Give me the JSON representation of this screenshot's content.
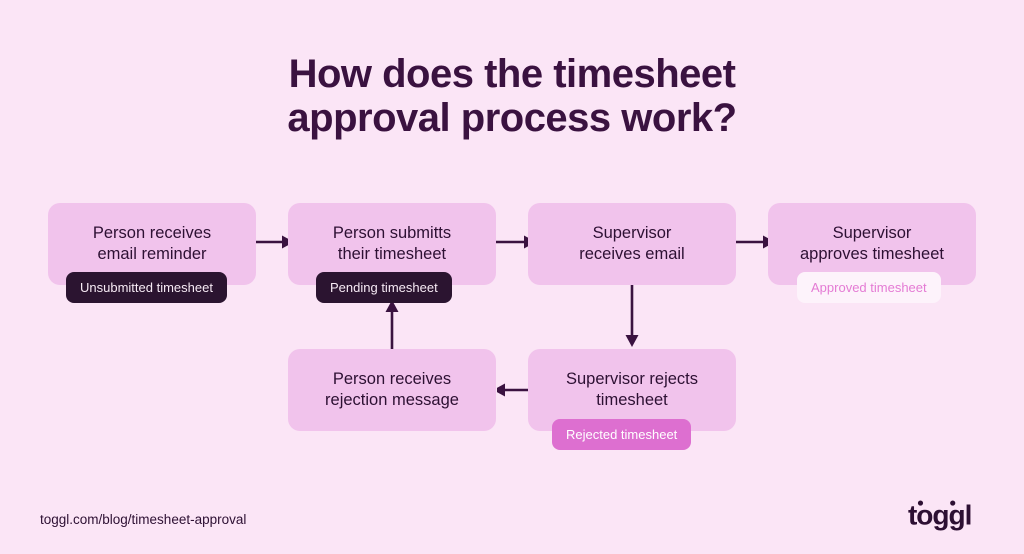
{
  "title": {
    "line1": "How does the timesheet",
    "line2": "approval process work?"
  },
  "colors": {
    "background": "#fbe5f6",
    "node_fill": "#f1c3ec",
    "text_dark": "#2d1033",
    "title": "#3a1240",
    "badge_dark_bg": "#2b1430",
    "badge_dark_text": "#f6eaf4",
    "badge_light_bg": "#fdf3fb",
    "badge_light_text": "#e47bd4",
    "badge_pink_bg": "#dd6fd0",
    "badge_pink_text": "#ffffff",
    "arrow": "#3a1240"
  },
  "flowchart": {
    "type": "process-flow",
    "nodes": [
      {
        "id": "node-1",
        "line1": "Person receives",
        "line2": "email reminder",
        "badge": "Unsubmitted timesheet",
        "badge_style": "dark"
      },
      {
        "id": "node-2",
        "line1": "Person submitts",
        "line2": "their timesheet",
        "badge": "Pending timesheet",
        "badge_style": "dark"
      },
      {
        "id": "node-3",
        "line1": "Supervisor",
        "line2": "receives email",
        "badge": null,
        "badge_style": null
      },
      {
        "id": "node-4",
        "line1": "Supervisor",
        "line2": "approves timesheet",
        "badge": "Approved timesheet",
        "badge_style": "light"
      },
      {
        "id": "node-5",
        "line1": "Supervisor rejects",
        "line2": "timesheet",
        "badge": "Rejected timesheet",
        "badge_style": "pink"
      },
      {
        "id": "node-6",
        "line1": "Person receives",
        "line2": "rejection message",
        "badge": null,
        "badge_style": null
      }
    ],
    "edges": [
      {
        "from": "node-1",
        "to": "node-2",
        "direction": "right"
      },
      {
        "from": "node-2",
        "to": "node-3",
        "direction": "right"
      },
      {
        "from": "node-3",
        "to": "node-4",
        "direction": "right"
      },
      {
        "from": "node-3",
        "to": "node-5",
        "direction": "down"
      },
      {
        "from": "node-5",
        "to": "node-6",
        "direction": "left"
      },
      {
        "from": "node-6",
        "to": "node-2",
        "direction": "up"
      }
    ]
  },
  "footer": {
    "url": "toggl.com/blog/timesheet-approval",
    "logo_text": "toggl"
  }
}
